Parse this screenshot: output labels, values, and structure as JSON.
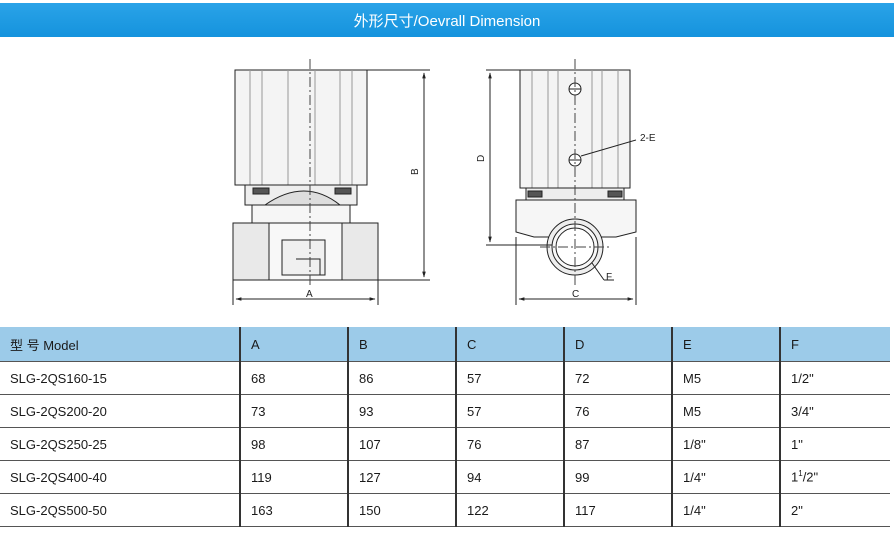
{
  "header": {
    "title": "外形尺寸/Oevrall Dimension"
  },
  "figure": {
    "labels": {
      "a": "A",
      "b": "B",
      "c": "C",
      "d": "D",
      "e": "2-E",
      "f": "F"
    }
  },
  "table": {
    "headers": [
      "型 号 Model",
      "A",
      "B",
      "C",
      "D",
      "E",
      "F"
    ],
    "rows": [
      [
        "SLG-2QS160-15",
        "68",
        "86",
        "57",
        "72",
        "M5",
        "1/2\""
      ],
      [
        "SLG-2QS200-20",
        "73",
        "93",
        "57",
        "76",
        "M5",
        "3/4\""
      ],
      [
        "SLG-2QS250-25",
        "98",
        "107",
        "76",
        "87",
        "1/8\"",
        "1\""
      ],
      [
        "SLG-2QS400-40",
        "119",
        "127",
        "94",
        "99",
        "1/4\"",
        "1"
      ],
      [
        "SLG-2QS500-50",
        "163",
        "150",
        "122",
        "117",
        "1/4\"",
        "2\""
      ]
    ],
    "row4_f_superscript": "1",
    "row4_f_suffix": "/2\""
  }
}
